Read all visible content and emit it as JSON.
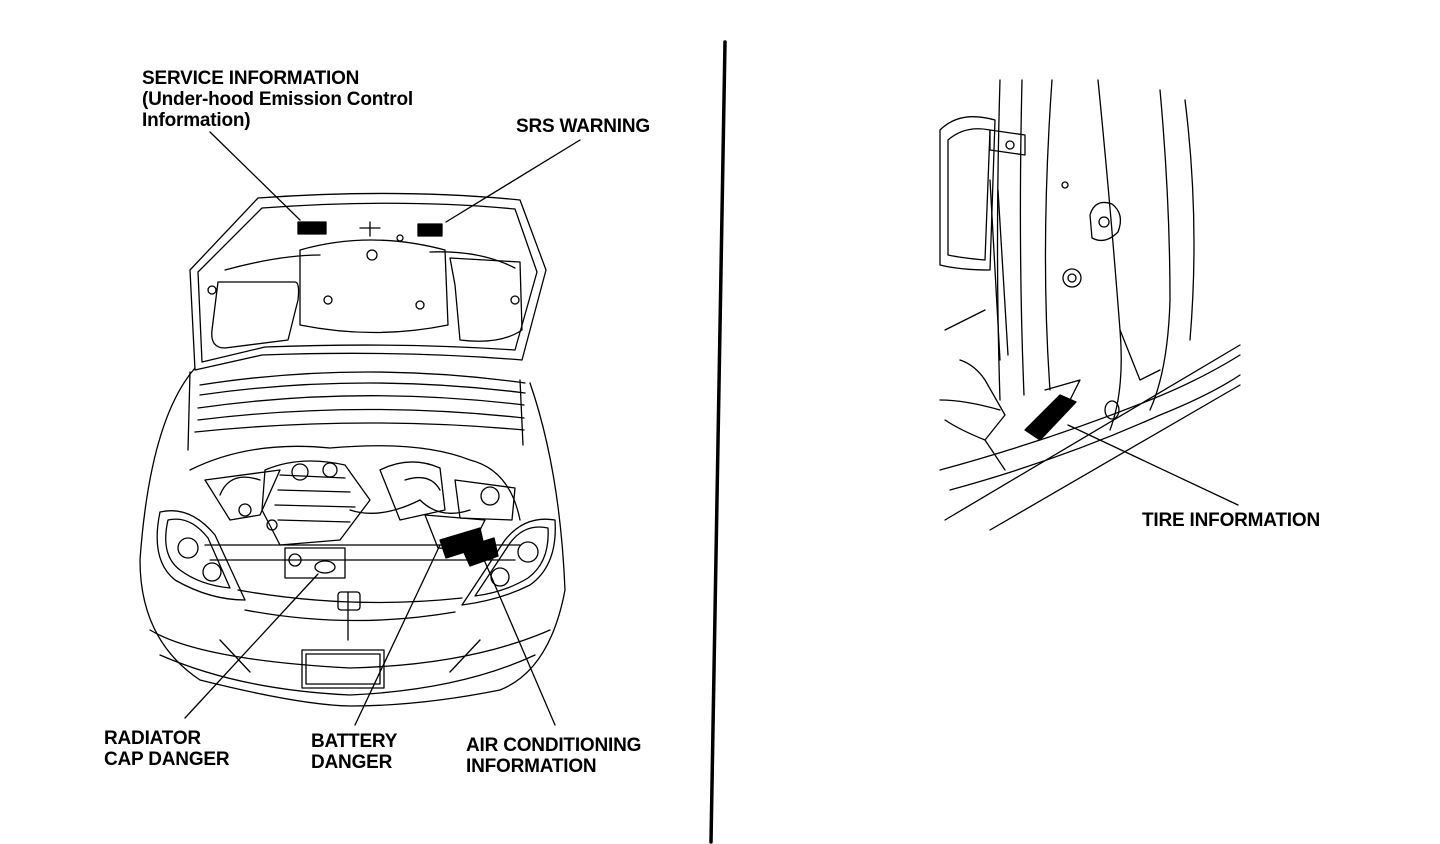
{
  "labels": {
    "service_info": {
      "line1": "SERVICE INFORMATION",
      "line2": "(Under-hood Emission Control",
      "line3": "Information)"
    },
    "srs_warning": {
      "line1": "SRS WARNING"
    },
    "radiator": {
      "line1": "RADIATOR",
      "line2": "CAP DANGER"
    },
    "battery": {
      "line1": "BATTERY",
      "line2": "DANGER"
    },
    "air_conditioning": {
      "line1": "AIR CONDITIONING",
      "line2": "INFORMATION"
    },
    "tire_info": {
      "line1": "TIRE INFORMATION"
    }
  },
  "colors": {
    "ink": "#000000",
    "paper": "#ffffff"
  }
}
